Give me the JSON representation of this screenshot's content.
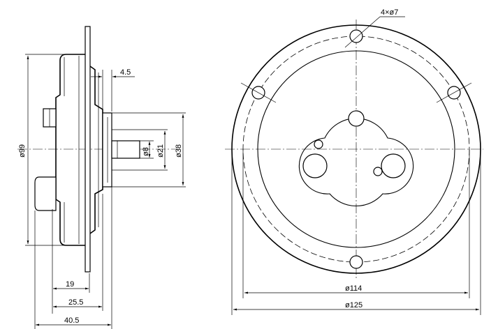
{
  "side_view": {
    "dia_99": "ø99",
    "dia_8": "ø8",
    "dia_21": "ø21",
    "dia_38": "ø38",
    "dim_4_5": "4.5",
    "dim_19": "19",
    "dim_25_5": "25.5",
    "dim_40_5": "40.5"
  },
  "front_view": {
    "holes": "4×ø7",
    "dia_114": "ø114",
    "dia_125": "ø125"
  }
}
